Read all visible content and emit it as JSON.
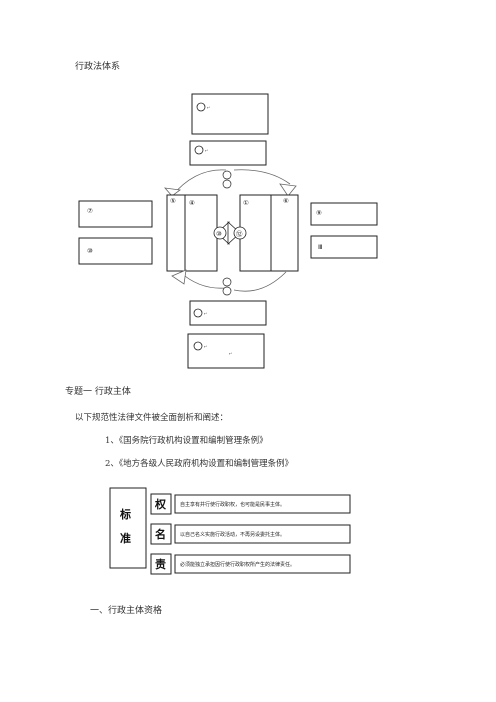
{
  "document": {
    "title": "行政法体系",
    "topic_heading": "专题一   行政主体",
    "intro": "以下规范性法律文件被全面剖析和阐述：",
    "laws": [
      "1、《国务院行政机构设置和编制管理条例》",
      "2、《地方各级人民政府机构设置和编制管理条例》"
    ],
    "section_1": "一、行政主体资格"
  },
  "diagram": {
    "left_boxes": [
      "⑦",
      "⑩"
    ],
    "right_boxes": [
      "⑨",
      "Ⅲ"
    ],
    "center_left": [
      "⑤",
      "④"
    ],
    "center_right": [
      "①",
      "⑥"
    ],
    "middle_circles": [
      "⑩",
      "⑫"
    ],
    "paragraph_mark": "↵"
  },
  "standard_table": {
    "label": [
      "标",
      "准"
    ],
    "rows": [
      {
        "key": "权",
        "desc": "自主享有并行使行政职权，也可能是民事主体。"
      },
      {
        "key": "名",
        "desc": "以自己名义实施行政活动，不再另设委托主体。"
      },
      {
        "key": "责",
        "desc": "必须能独立承担因行使行政职权所产生的法律责任。"
      }
    ]
  }
}
